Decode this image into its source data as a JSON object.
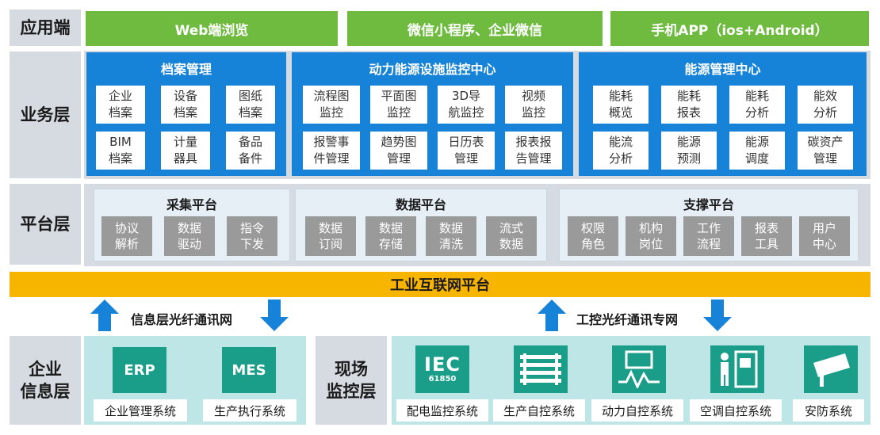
{
  "layers": {
    "app": "应用端",
    "business": "业务层",
    "platform": "平台层",
    "enterprise": "企业\n信息层",
    "field": "现场\n监控层"
  },
  "app_terminals": [
    "Web端浏览",
    "微信小程序、企业微信",
    "手机APP（ios+Android）"
  ],
  "business": [
    {
      "title": "档案管理",
      "items": [
        "企业\n档案",
        "设备\n档案",
        "图纸\n档案",
        "BIM\n档案",
        "计量\n器具",
        "备品\n备件"
      ]
    },
    {
      "title": "动力能源设施监控中心",
      "items": [
        "流程图\n监控",
        "平面图\n监控",
        "3D导\n航监控",
        "视频\n监控",
        "报警事\n件管理",
        "趋势图\n管理",
        "日历表\n管理",
        "报表报\n告管理"
      ]
    },
    {
      "title": "能源管理中心",
      "items": [
        "能耗\n概览",
        "能耗\n报表",
        "能耗\n分析",
        "能效\n分析",
        "能流\n分析",
        "能源\n预测",
        "能源\n调度",
        "碳资产\n管理"
      ]
    }
  ],
  "platform": [
    {
      "title": "采集平台",
      "items": [
        "协议\n解析",
        "数据\n驱动",
        "指令\n下发"
      ]
    },
    {
      "title": "数据平台",
      "items": [
        "数据\n订阅",
        "数据\n存储",
        "数据\n清洗",
        "流式\n数据"
      ]
    },
    {
      "title": "支撑平台",
      "items": [
        "权限\n角色",
        "机构\n岗位",
        "工作\n流程",
        "报表\n工具",
        "用户\n中心"
      ]
    }
  ],
  "iip": "工业互联网平台",
  "networks": [
    "信息层光纤通讯网",
    "工控光纤通讯专网"
  ],
  "enterprise_systems": [
    {
      "icon_text": "ERP",
      "label": "企业管理系统"
    },
    {
      "icon_text": "MES",
      "label": "生产执行系统"
    }
  ],
  "field_systems": [
    {
      "icon": "iec-61850-icon",
      "icon_text": "IEC",
      "icon_subtext": "61850",
      "label": "配电监控系统"
    },
    {
      "icon": "production-rack-icon",
      "label": "生产自控系统"
    },
    {
      "icon": "power-monitor-icon",
      "label": "动力自控系统"
    },
    {
      "icon": "hvac-panel-icon",
      "label": "空调自控系统"
    },
    {
      "icon": "security-camera-icon",
      "label": "安防系统"
    }
  ],
  "colors": {
    "green": "#6ebb3f",
    "blue": "#1783d8",
    "gray": "#9a9a9a",
    "orange": "#f8b500",
    "teal": "#1a9e8a",
    "arrow": "#1783d8"
  }
}
